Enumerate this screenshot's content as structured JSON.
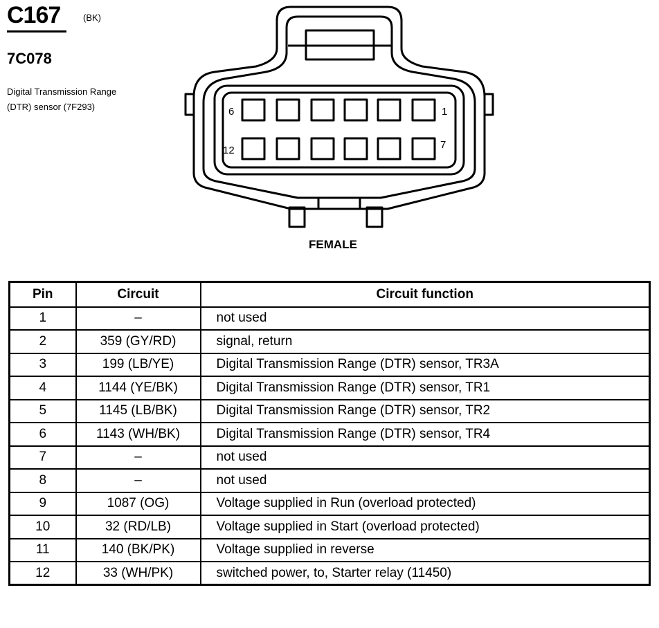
{
  "connector": {
    "id": "C167",
    "color_code": "(BK)",
    "part_number": "7C078",
    "description": "Digital Transmission Range (DTR) sensor (7F293)",
    "gender_label": "FEMALE",
    "pin_labels": {
      "top_left": "6",
      "top_right": "1",
      "bottom_left": "12",
      "bottom_right": "7"
    }
  },
  "table": {
    "headers": {
      "pin": "Pin",
      "circuit": "Circuit",
      "function": "Circuit function"
    },
    "rows": [
      {
        "pin": "1",
        "circuit": "–",
        "function": "not used"
      },
      {
        "pin": "2",
        "circuit": "359 (GY/RD)",
        "function": "signal, return"
      },
      {
        "pin": "3",
        "circuit": "199 (LB/YE)",
        "function": "Digital Transmission Range (DTR) sensor, TR3A"
      },
      {
        "pin": "4",
        "circuit": "1144 (YE/BK)",
        "function": "Digital Transmission Range (DTR) sensor, TR1"
      },
      {
        "pin": "5",
        "circuit": "1145 (LB/BK)",
        "function": "Digital Transmission Range (DTR) sensor, TR2"
      },
      {
        "pin": "6",
        "circuit": "1143 (WH/BK)",
        "function": "Digital Transmission Range (DTR) sensor, TR4"
      },
      {
        "pin": "7",
        "circuit": "–",
        "function": "not used"
      },
      {
        "pin": "8",
        "circuit": "–",
        "function": "not used"
      },
      {
        "pin": "9",
        "circuit": "1087 (OG)",
        "function": "Voltage supplied in Run (overload protected)"
      },
      {
        "pin": "10",
        "circuit": "32 (RD/LB)",
        "function": "Voltage supplied in Start (overload protected)"
      },
      {
        "pin": "11",
        "circuit": "140 (BK/PK)",
        "function": "Voltage supplied in reverse"
      },
      {
        "pin": "12",
        "circuit": "33 (WH/PK)",
        "function": "switched power, to, Starter relay (11450)"
      }
    ]
  }
}
